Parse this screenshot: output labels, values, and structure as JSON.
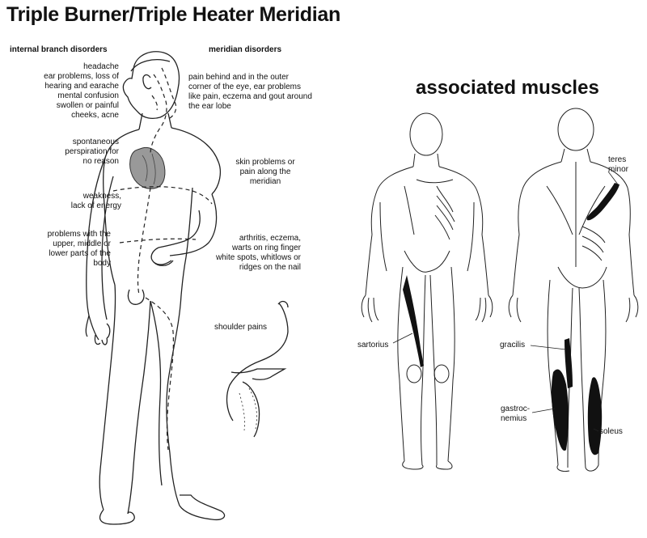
{
  "title": "Triple Burner/Triple Heater Meridian",
  "subtitle": "associated muscles",
  "columns": {
    "internal": "internal branch disorders",
    "meridian": "meridian disorders"
  },
  "internal_labels": {
    "head": "headache\near problems, loss of\nhearing and earache\nmental confusion\nswollen or painful\ncheeks, acne",
    "perspiration": "spontaneous\nperspiration for\nno reason",
    "weakness": "weakness,\nlack of energy",
    "body": "problems with the\nupper, middle or\nlower parts of the\nbody"
  },
  "meridian_labels": {
    "eye": "pain behind and in the outer\ncorner of the eye, ear problems\nlike pain, eczema and gout around\nthe ear lobe",
    "skin": "skin problems or\npain along the\nmeridian",
    "arthritis": "arthritis, eczema,\nwarts on ring finger\nwhite spots, whitlows or\nridges on the nail",
    "shoulder": "shoulder pains"
  },
  "muscles": {
    "teres": "teres\nminor",
    "sartorius": "sartorius",
    "gracilis": "gracilis",
    "gastroc": "gastroc-\nnemius",
    "soleus": "soleus"
  },
  "colors": {
    "ink": "#111111",
    "organ": "#999999",
    "background": "#ffffff"
  }
}
